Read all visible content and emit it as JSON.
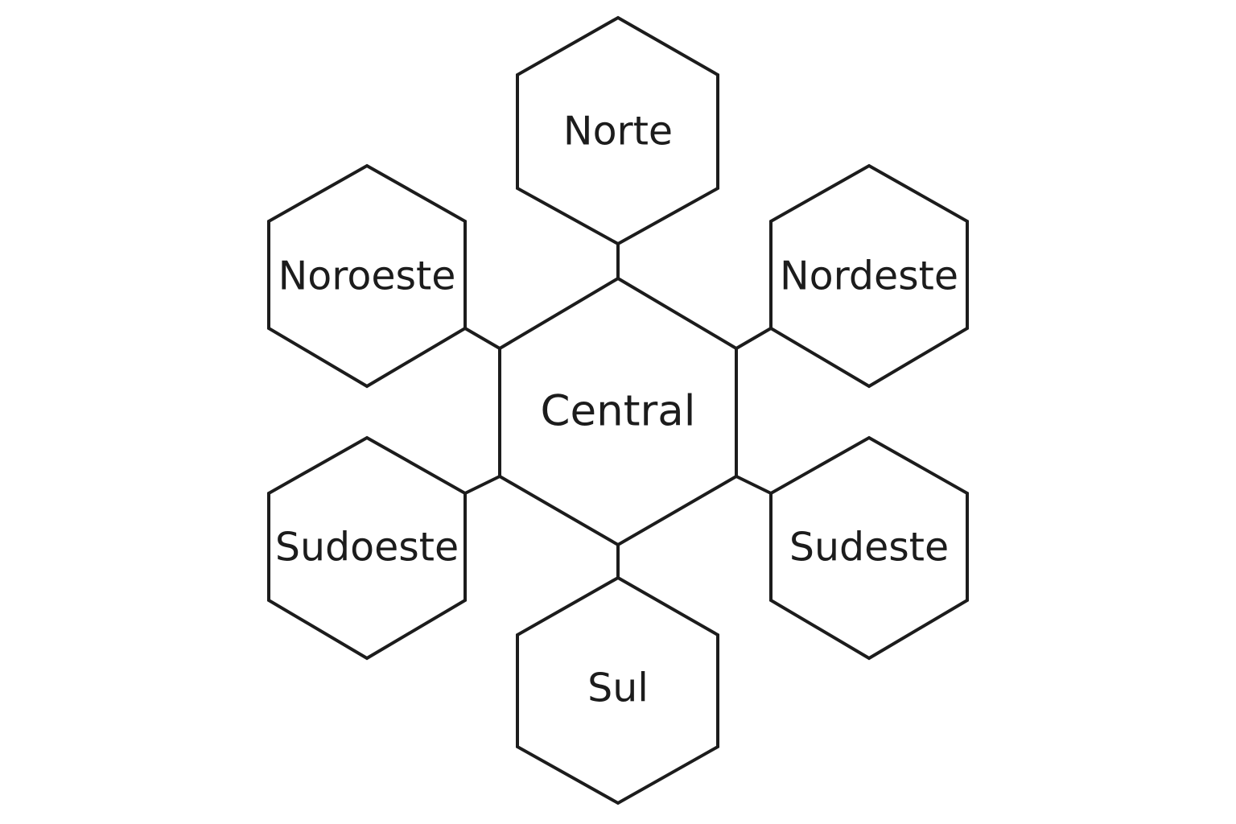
{
  "diagram": {
    "center": {
      "label": "Central"
    },
    "regions": {
      "north": {
        "label": "Norte"
      },
      "northwest": {
        "label": "Noroeste"
      },
      "northeast": {
        "label": "Nordeste"
      },
      "southwest": {
        "label": "Sudoeste"
      },
      "southeast": {
        "label": "Sudeste"
      },
      "south": {
        "label": "Sul"
      }
    }
  }
}
